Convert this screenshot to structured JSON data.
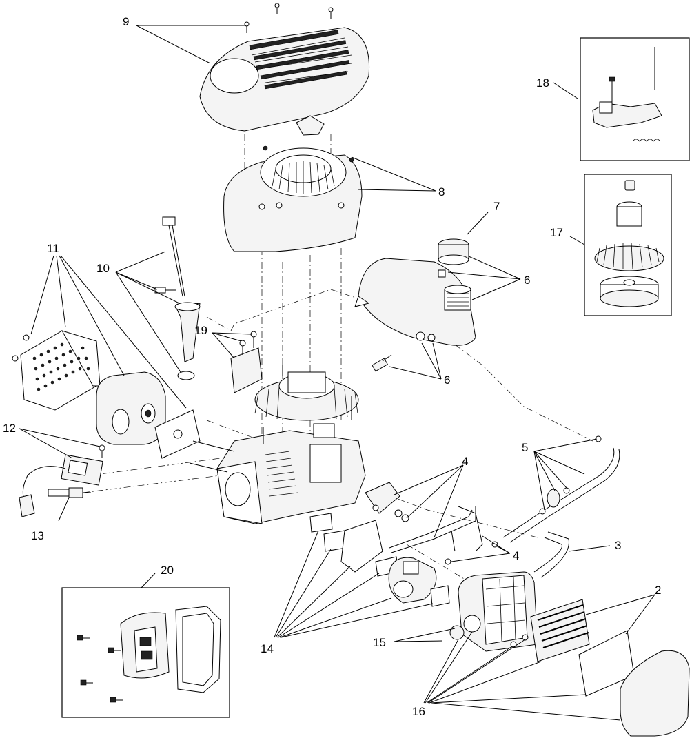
{
  "diagram": {
    "callouts": [
      {
        "id": "c1",
        "text": "9"
      },
      {
        "id": "c2",
        "text": "18"
      },
      {
        "id": "c3",
        "text": "8"
      },
      {
        "id": "c4",
        "text": "7"
      },
      {
        "id": "c5",
        "text": "17"
      },
      {
        "id": "c6",
        "text": "11"
      },
      {
        "id": "c7",
        "text": "10"
      },
      {
        "id": "c8",
        "text": "6"
      },
      {
        "id": "c9",
        "text": "19"
      },
      {
        "id": "c10",
        "text": "6"
      },
      {
        "id": "c11",
        "text": "12"
      },
      {
        "id": "c12",
        "text": "5"
      },
      {
        "id": "c13",
        "text": "4"
      },
      {
        "id": "c14",
        "text": "13"
      },
      {
        "id": "c15",
        "text": "4"
      },
      {
        "id": "c16",
        "text": "3"
      },
      {
        "id": "c17",
        "text": "20"
      },
      {
        "id": "c18",
        "text": "2"
      },
      {
        "id": "c19",
        "text": "15"
      },
      {
        "id": "c20",
        "text": "14"
      },
      {
        "id": "c21",
        "text": "16"
      }
    ]
  }
}
